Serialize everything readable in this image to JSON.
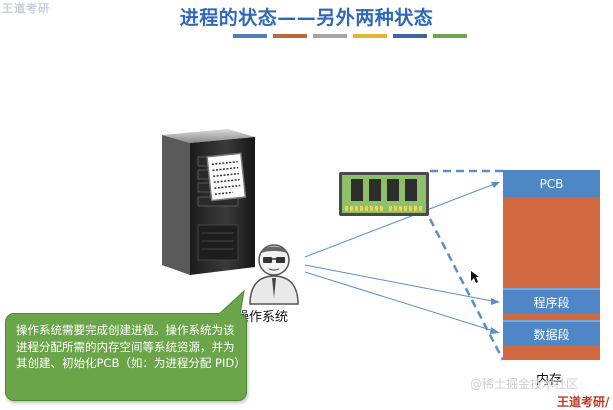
{
  "title": "进程的状态——另外两种状态",
  "header_logo_text": "王道考研",
  "stripe_colors": [
    "#4e7fbf",
    "#c0643a",
    "#a5a5a5",
    "#e3b52f",
    "#3e66a6",
    "#6aa84f"
  ],
  "os_label": "操作系统",
  "callout_text": "操作系统需要完成创建进程。操作系统为该进程分配所需的内存空间等系统资源，并为其创建、初始化PCB（如：为进程分配 PID）",
  "memory": {
    "label": "内存",
    "segments": [
      "PCB",
      "程序段",
      "数据段"
    ],
    "colors": {
      "blue": "#4f86c6",
      "orange": "#d1683f",
      "blue_border": "#7aa6d8"
    }
  },
  "watermark": "@稀土掘金技术社区",
  "footer": "王道考研/"
}
